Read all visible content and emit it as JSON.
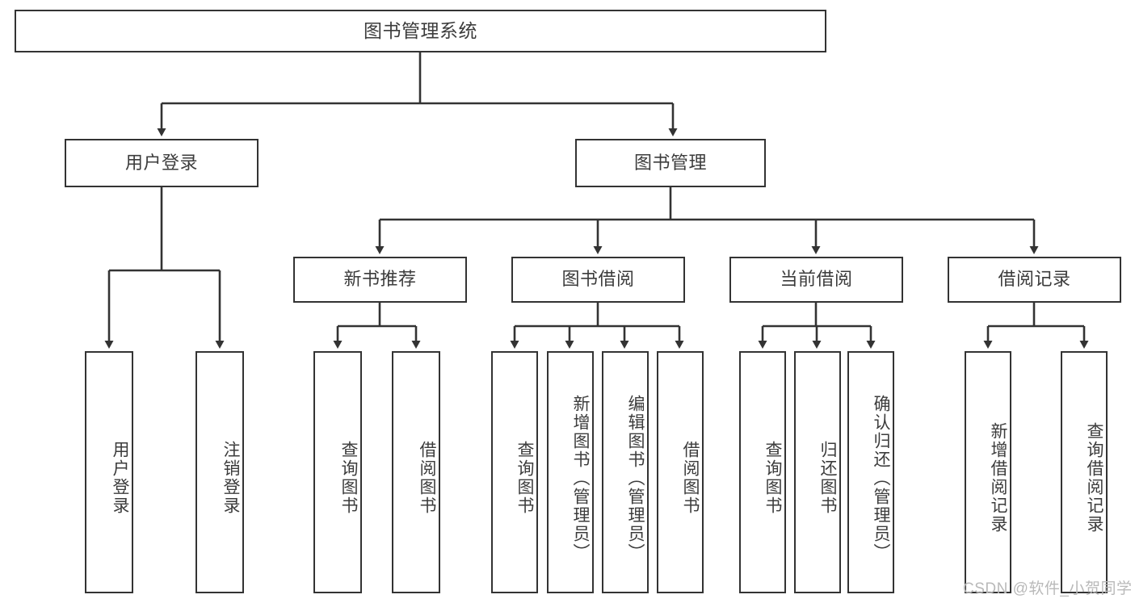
{
  "diagram": {
    "title": "图书管理系统",
    "type": "tree-hierarchy",
    "stroke_color": "#333333",
    "text_color": "#3c3c3c",
    "background_color": "#ffffff",
    "watermark": "CSDN @软件_小贺同学"
  },
  "nodes": {
    "root": {
      "label": "图书管理系统"
    },
    "level2": [
      {
        "id": "user-login",
        "label": "用户登录"
      },
      {
        "id": "book-management",
        "label": "图书管理"
      }
    ],
    "level3": [
      {
        "id": "new-book-recommend",
        "label": "新书推荐"
      },
      {
        "id": "book-borrow",
        "label": "图书借阅"
      },
      {
        "id": "current-borrow",
        "label": "当前借阅"
      },
      {
        "id": "borrow-record",
        "label": "借阅记录"
      }
    ],
    "leaves": {
      "user_login": [
        {
          "id": "leaf-user-login",
          "label": "用户登录"
        },
        {
          "id": "leaf-logout-login",
          "label": "注销登录"
        }
      ],
      "new_book_recommend": [
        {
          "id": "leaf-query-book-1",
          "label": "查询图书"
        },
        {
          "id": "leaf-borrow-book-1",
          "label": "借阅图书"
        }
      ],
      "book_borrow": [
        {
          "id": "leaf-query-book-2",
          "label": "查询图书"
        },
        {
          "id": "leaf-add-book-admin",
          "label": "新增图书（管理员）"
        },
        {
          "id": "leaf-edit-book-admin",
          "label": "编辑图书（管理员）"
        },
        {
          "id": "leaf-borrow-book-2",
          "label": "借阅图书"
        }
      ],
      "current_borrow": [
        {
          "id": "leaf-query-book-3",
          "label": "查询图书"
        },
        {
          "id": "leaf-return-book",
          "label": "归还图书"
        },
        {
          "id": "leaf-confirm-return-admin",
          "label": "确认归还（管理员）"
        }
      ],
      "borrow_record": [
        {
          "id": "leaf-add-borrow-record",
          "label": "新增借阅记录"
        },
        {
          "id": "leaf-query-borrow-record",
          "label": "查询借阅记录"
        }
      ]
    }
  }
}
